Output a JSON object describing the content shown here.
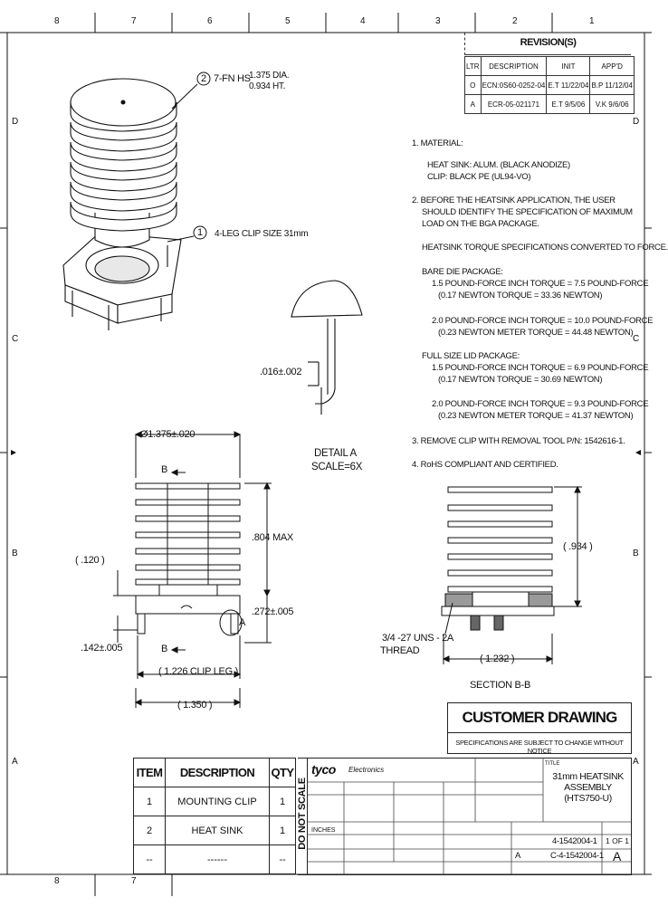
{
  "zones": {
    "top": [
      "8",
      "7",
      "6",
      "5",
      "4",
      "3",
      "2",
      "1"
    ],
    "bottom": [
      "8",
      "7"
    ],
    "left": [
      "D",
      "C",
      "B",
      "A"
    ],
    "right": [
      "D",
      "C",
      "B",
      "A"
    ]
  },
  "revisions": {
    "title": "REVISION(S)",
    "headers": [
      "LTR",
      "DESCRIPTION",
      "INIT",
      "APP'D"
    ],
    "rows": [
      [
        "O",
        "ECN:0S60-0252-04",
        "E.T 11/22/04",
        "B.P 11/12/04"
      ],
      [
        "A",
        "ECR-05-021171",
        "E.T 9/5/06",
        "V.K 9/6/06"
      ]
    ]
  },
  "callouts": {
    "heatsink_num": "2",
    "heatsink_text": "7-FN HS",
    "heatsink_dims": [
      "1.375 DIA.",
      "0.934 HT."
    ],
    "clip_num": "1",
    "clip_text": "4-LEG CLIP SIZE 31mm"
  },
  "detail": {
    "dim": ".016±.002",
    "title": "DETAIL A",
    "scale": "SCALE=6X"
  },
  "front_view": {
    "dia": "Ø1.375±.020",
    "b_top": "B",
    "b_bottom": "B",
    "max_h": ".804 MAX",
    "ref_120": "( .120 )",
    "dim_272": ".272±.005",
    "dim_142": ".142±.005",
    "a_label": "A",
    "clip_leg": "( 1.226 CLIP LEG )",
    "width_1350": "( 1.350 )"
  },
  "section": {
    "height_934": "( .934 )",
    "thread_1": "3/4 -27 UNS - 2A",
    "thread_2": "THREAD",
    "dim_1232": "( 1.232 )",
    "title": "SECTION B-B"
  },
  "notes": [
    "1. MATERIAL:",
    "HEAT SINK:  ALUM. (BLACK ANODIZE)",
    "CLIP:           BLACK PE (UL94-VO)",
    "2. BEFORE THE HEATSINK APPLICATION, THE USER",
    "SHOULD IDENTIFY THE SPECIFICATION OF MAXIMUM",
    "LOAD ON THE BGA PACKAGE.",
    "HEATSINK TORQUE SPECIFICATIONS CONVERTED TO FORCE.",
    "BARE DIE PACKAGE:",
    "1.5 POUND-FORCE INCH TORQUE = 7.5 POUND-FORCE",
    "(0.17 NEWTON TORQUE = 33.36 NEWTON)",
    "2.0 POUND-FORCE INCH TORQUE = 10.0 POUND-FORCE",
    "(0.23 NEWTON METER TORQUE = 44.48 NEWTON)",
    "FULL SIZE LID PACKAGE:",
    "1.5 POUND-FORCE INCH TORQUE = 6.9 POUND-FORCE",
    "(0.17 NEWTON TORQUE = 30.69 NEWTON)",
    "2.0 POUND-FORCE INCH TORQUE = 9.3 POUND-FORCE",
    "(0.23 NEWTON METER TORQUE = 41.37 NEWTON)",
    "3. REMOVE CLIP WITH REMOVAL TOOL P/N: 1542616-1.",
    "4. RoHS COMPLIANT AND CERTIFIED."
  ],
  "customer": {
    "title": "CUSTOMER DRAWING",
    "sub": "SPECIFICATIONS ARE SUBJECT TO CHANGE WITHOUT NOTICE"
  },
  "bom": {
    "headers": [
      "ITEM",
      "DESCRIPTION",
      "QTY"
    ],
    "rows": [
      [
        "1",
        "MOUNTING CLIP",
        "1"
      ],
      [
        "2",
        "HEAT SINK",
        "1"
      ],
      [
        "--",
        "------",
        "--"
      ]
    ],
    "do_not_scale": "DO NOT SCALE"
  },
  "title_block": {
    "brand": "tyco",
    "brand_sub": "Electronics",
    "title_label": "TITLE",
    "title_lines": [
      "31mm HEATSINK",
      "ASSEMBLY",
      "(HTS750-U)"
    ],
    "units": "INCHES",
    "part_no": "4-1542004-1",
    "dwg_no": "C-4-1542004-1",
    "sheet": "1 OF 1",
    "rev": "A",
    "size": "A"
  },
  "colors": {
    "line": "#111111",
    "paper": "#ffffff",
    "shade": "#9a9a9a"
  }
}
